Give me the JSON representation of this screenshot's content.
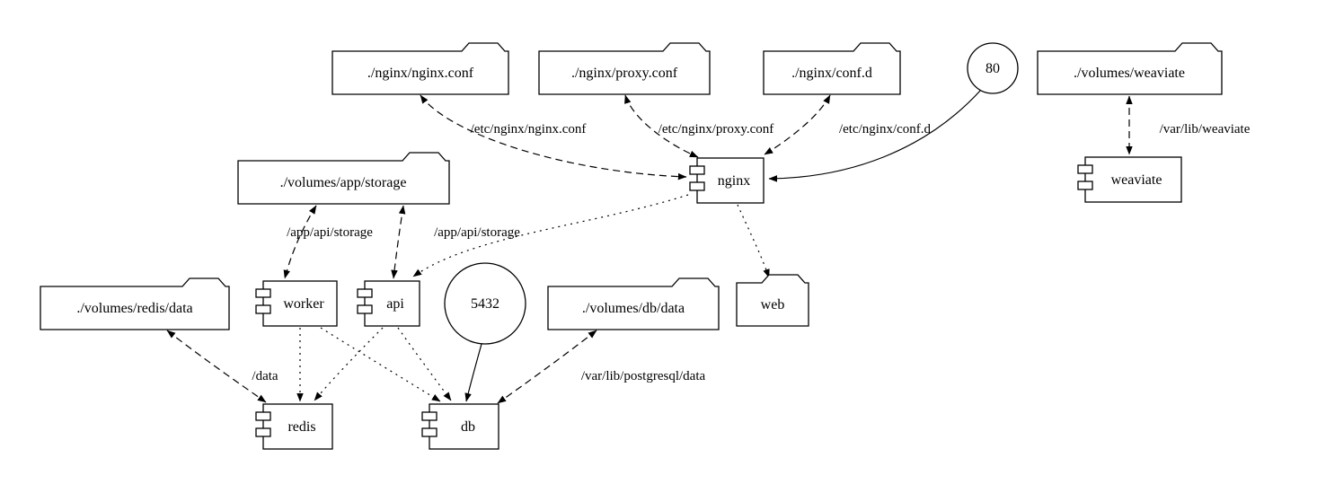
{
  "diagram": {
    "nodes": {
      "nginx_conf": "./nginx/nginx.conf",
      "proxy_conf": "./nginx/proxy.conf",
      "conf_d": "./nginx/conf.d",
      "port_80": "80",
      "volumes_weaviate": "./volumes/weaviate",
      "volumes_app_storage": "./volumes/app/storage",
      "nginx": "nginx",
      "weaviate": "weaviate",
      "volumes_redis_data": "./volumes/redis/data",
      "worker": "worker",
      "api": "api",
      "port_5432": "5432",
      "volumes_db_data": "./volumes/db/data",
      "web": "web",
      "redis": "redis",
      "db": "db"
    },
    "edge_labels": {
      "nginx_conf_mount": "/etc/nginx/nginx.conf",
      "proxy_conf_mount": "/etc/nginx/proxy.conf",
      "conf_d_mount": "/etc/nginx/conf.d",
      "weaviate_mount": "/var/lib/weaviate",
      "worker_storage_mount": "/app/api/storage",
      "api_storage_mount": "/app/api/storage",
      "redis_mount": "/data",
      "db_mount": "/var/lib/postgresql/data"
    }
  }
}
